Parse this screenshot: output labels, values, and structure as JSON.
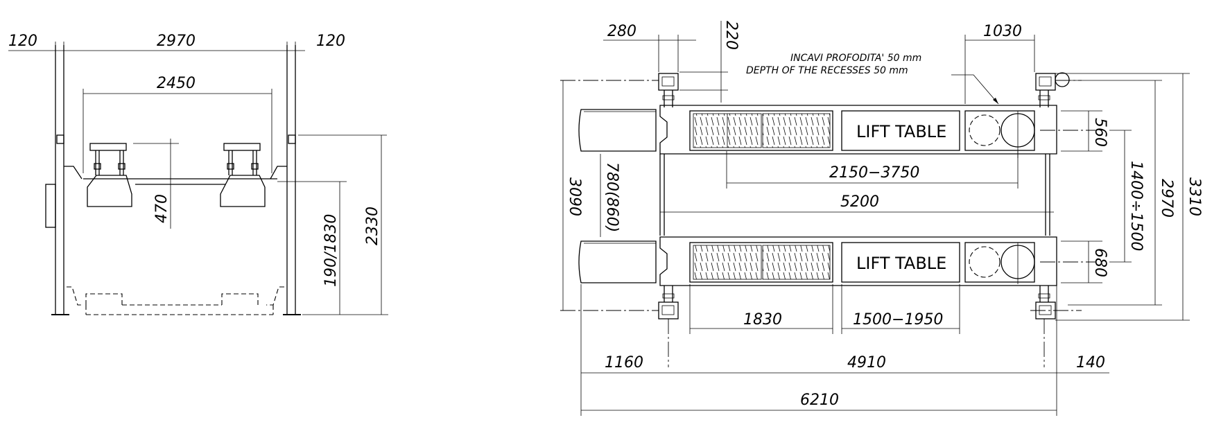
{
  "front_view": {
    "dims": {
      "left_gap": "120",
      "overall_width": "2970",
      "right_gap": "120",
      "track_width": "2450",
      "lowered_height": "470",
      "lift_height": "190/1830",
      "total_height": "2330"
    }
  },
  "plan_view": {
    "note_line1": "INCAVI PROFODITA' 50 mm",
    "note_line2": "DEPTH OF THE RECESSES 50 mm",
    "lift_table_label": "LIFT TABLE",
    "dims": {
      "top_280": "280",
      "top_220": "220",
      "top_1030": "1030",
      "adj_2150_3750": "2150−3750",
      "length_5200": "5200",
      "width_3090": "3090",
      "inner_780_860": "780(860)",
      "w_560": "560",
      "w_680": "680",
      "range_1400_1500": "1400÷1500",
      "w_2970": "2970",
      "w_3310": "3310",
      "len_1830": "1830",
      "len_1500_1950": "1500−1950",
      "b_1160": "1160",
      "b_4910": "4910",
      "b_140": "140",
      "total_6210": "6210"
    }
  }
}
